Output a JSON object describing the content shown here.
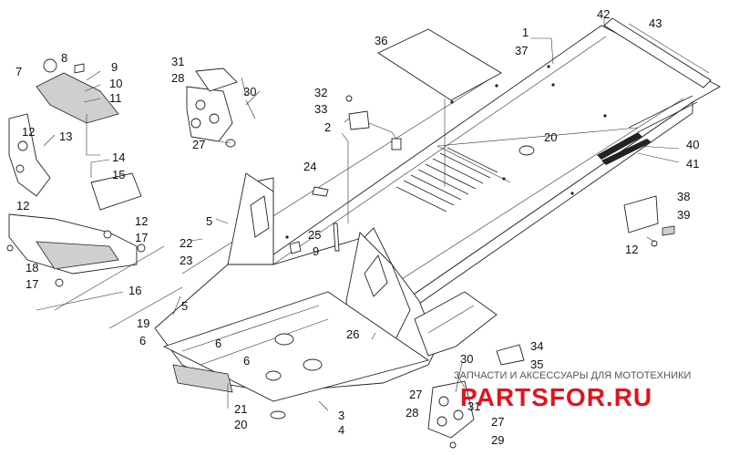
{
  "diagram": {
    "callouts": [
      {
        "id": "c1",
        "text": "1"
      },
      {
        "id": "c2",
        "text": "2"
      },
      {
        "id": "c3",
        "text": "3"
      },
      {
        "id": "c4",
        "text": "4"
      },
      {
        "id": "c5a",
        "text": "5"
      },
      {
        "id": "c5b",
        "text": "5"
      },
      {
        "id": "c6a",
        "text": "6"
      },
      {
        "id": "c6b",
        "text": "6"
      },
      {
        "id": "c6c",
        "text": "6"
      },
      {
        "id": "c7",
        "text": "7"
      },
      {
        "id": "c8",
        "text": "8"
      },
      {
        "id": "c9a",
        "text": "9"
      },
      {
        "id": "c9b",
        "text": "9"
      },
      {
        "id": "c10",
        "text": "10"
      },
      {
        "id": "c11",
        "text": "11"
      },
      {
        "id": "c12a",
        "text": "12"
      },
      {
        "id": "c12b",
        "text": "12"
      },
      {
        "id": "c12c",
        "text": "12"
      },
      {
        "id": "c12d",
        "text": "12"
      },
      {
        "id": "c13",
        "text": "13"
      },
      {
        "id": "c14",
        "text": "14"
      },
      {
        "id": "c15",
        "text": "15"
      },
      {
        "id": "c16",
        "text": "16"
      },
      {
        "id": "c17a",
        "text": "17"
      },
      {
        "id": "c17b",
        "text": "17"
      },
      {
        "id": "c18",
        "text": "18"
      },
      {
        "id": "c19",
        "text": "19"
      },
      {
        "id": "c20a",
        "text": "20"
      },
      {
        "id": "c20b",
        "text": "20"
      },
      {
        "id": "c21",
        "text": "21"
      },
      {
        "id": "c22",
        "text": "22"
      },
      {
        "id": "c23",
        "text": "23"
      },
      {
        "id": "c24",
        "text": "24"
      },
      {
        "id": "c25",
        "text": "25"
      },
      {
        "id": "c26",
        "text": "26"
      },
      {
        "id": "c27a",
        "text": "27"
      },
      {
        "id": "c27b",
        "text": "27"
      },
      {
        "id": "c27c",
        "text": "27"
      },
      {
        "id": "c28a",
        "text": "28"
      },
      {
        "id": "c28b",
        "text": "28"
      },
      {
        "id": "c29",
        "text": "29"
      },
      {
        "id": "c30a",
        "text": "30"
      },
      {
        "id": "c30b",
        "text": "30"
      },
      {
        "id": "c31a",
        "text": "31"
      },
      {
        "id": "c31b",
        "text": "31"
      },
      {
        "id": "c32",
        "text": "32"
      },
      {
        "id": "c33",
        "text": "33"
      },
      {
        "id": "c34",
        "text": "34"
      },
      {
        "id": "c35",
        "text": "35"
      },
      {
        "id": "c36",
        "text": "36"
      },
      {
        "id": "c37",
        "text": "37"
      },
      {
        "id": "c38",
        "text": "38"
      },
      {
        "id": "c39",
        "text": "39"
      },
      {
        "id": "c40",
        "text": "40"
      },
      {
        "id": "c41",
        "text": "41"
      },
      {
        "id": "c42",
        "text": "42"
      },
      {
        "id": "c43",
        "text": "43"
      }
    ]
  },
  "watermark": {
    "caption": "ЗАПЧАСТИ И АКСЕССУАРЫ ДЛЯ МОТОТЕХНИКИ",
    "logo": "PARTSFOR.RU",
    "color": "#e0141e"
  }
}
